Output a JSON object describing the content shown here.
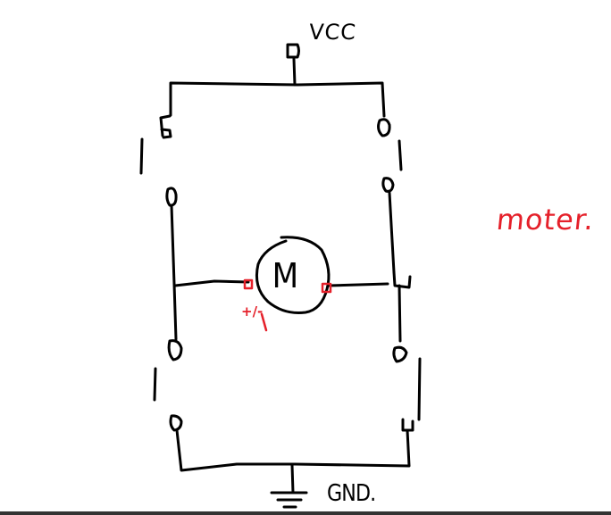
{
  "diagram": {
    "labels": {
      "supply": "VCC",
      "ground": "GND.",
      "motor_symbol": "M",
      "motor_note": "moter.",
      "terminal_note": "+/-"
    },
    "colors": {
      "ink": "#000000",
      "annotation": "#e5202a",
      "background": "#ffffff"
    }
  }
}
